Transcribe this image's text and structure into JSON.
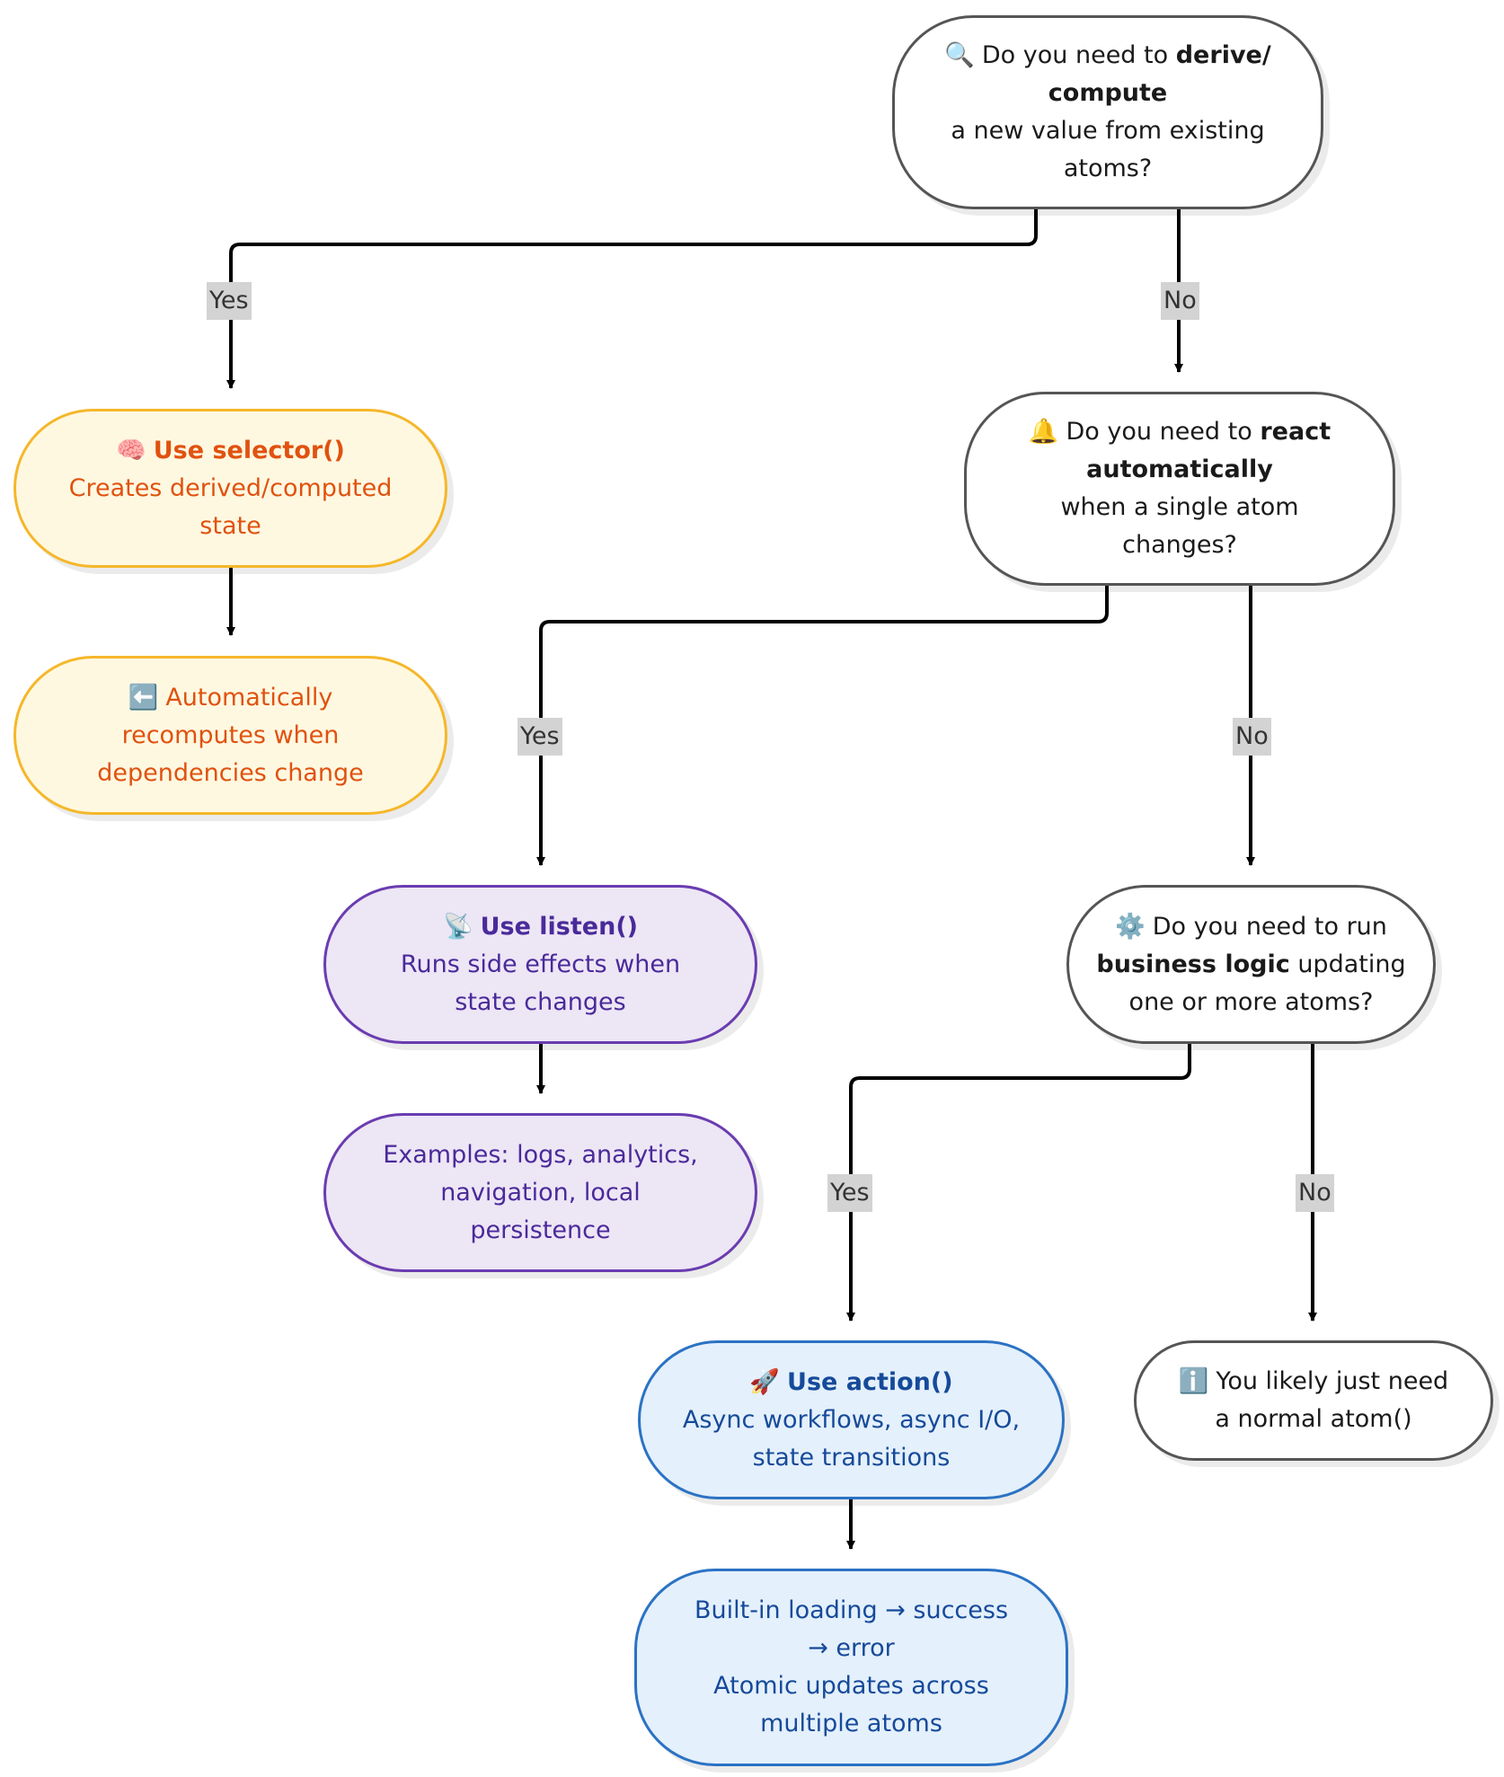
{
  "nodes": {
    "derive": {
      "icon": "magnifier-icon",
      "emoji": "🔍",
      "line1_prefix": "Do you need to ",
      "line1_bold": "derive/",
      "line2_bold": "compute",
      "line3": "a new value from existing",
      "line4": "atoms?"
    },
    "selector": {
      "icon": "brain-icon",
      "emoji": "🧠",
      "title": "Use selector()",
      "line2": "Creates derived/computed",
      "line3": "state"
    },
    "recompute": {
      "icon": "left-arrow-icon",
      "emoji": "⬅️",
      "line1": "Automatically",
      "line2": "recomputes when",
      "line3": "dependencies change"
    },
    "react": {
      "icon": "bell-icon",
      "emoji": "🔔",
      "line1_prefix": "Do you need to ",
      "line1_bold": "react",
      "line2_bold": "automatically",
      "line3": "when a single atom",
      "line4": "changes?"
    },
    "listen": {
      "icon": "satellite-dish-icon",
      "emoji": "📡",
      "title": "Use listen()",
      "line2": "Runs side effects when",
      "line3": "state changes"
    },
    "examples": {
      "line1": "Examples: logs, analytics,",
      "line2": "navigation, local",
      "line3": "persistence"
    },
    "business": {
      "icon": "gear-icon",
      "emoji": "⚙️",
      "line1": "Do you need to run",
      "line2_bold": "business logic",
      "line2_rest": " updating",
      "line3": "one or more atoms?"
    },
    "action": {
      "icon": "rocket-icon",
      "emoji": "🚀",
      "title": "Use action()",
      "line2": "Async workflows, async I/O,",
      "line3": "state transitions"
    },
    "normal": {
      "icon": "info-icon",
      "emoji": "ℹ️",
      "line1": "You likely just need",
      "line2": "a normal atom()"
    },
    "builtin": {
      "line1": "Built-in loading → success",
      "line2": "→ error",
      "line3": "Atomic updates across",
      "line4": "multiple atoms"
    }
  },
  "edge_labels": {
    "derive_yes": "Yes",
    "derive_no": "No",
    "react_yes": "Yes",
    "react_no": "No",
    "business_yes": "Yes",
    "business_no": "No"
  },
  "colors": {
    "decision_border": "#555555",
    "selector_fill": "#fff8e1",
    "selector_border": "#f5b72a",
    "selector_text": "#e0520f",
    "listen_fill": "#ede6f5",
    "listen_border": "#6a3cb0",
    "listen_text": "#4a2a9a",
    "action_fill": "#e4f0fb",
    "action_border": "#2b72c4",
    "action_text": "#164a9a",
    "edge_stroke": "#000000",
    "label_fill": "#d3d3d3"
  }
}
